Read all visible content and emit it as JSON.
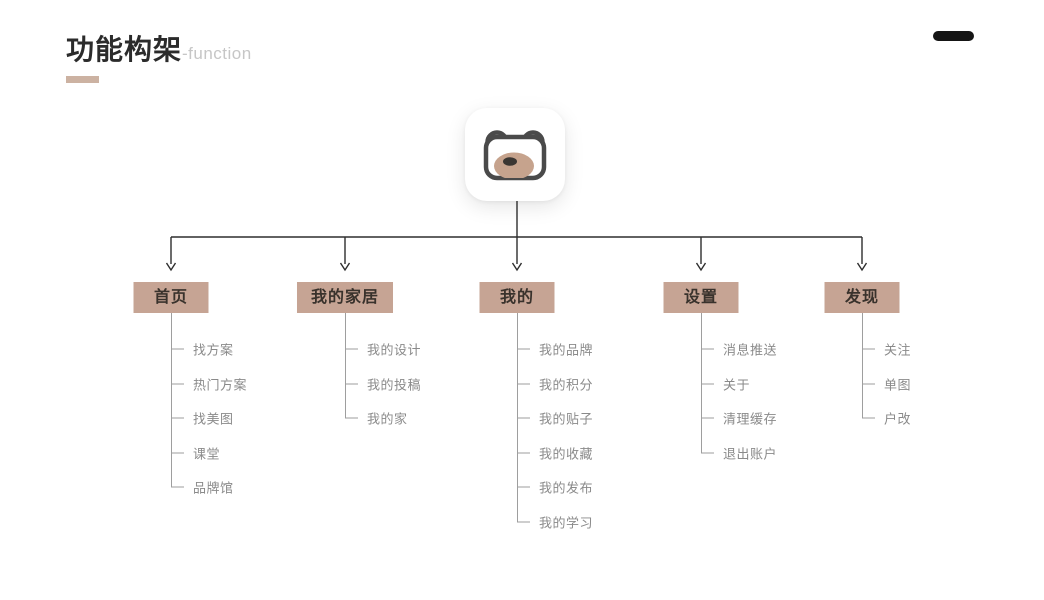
{
  "header": {
    "title": "功能构架",
    "subtitle": "-function"
  },
  "app_icon": {
    "name": "bear-app-icon"
  },
  "tree": {
    "branches": [
      {
        "label": "首页",
        "items": [
          "找方案",
          "热门方案",
          "找美图",
          "课堂",
          "品牌馆"
        ]
      },
      {
        "label": "我的家居",
        "items": [
          "我的设计",
          "我的投稿",
          "我的家"
        ]
      },
      {
        "label": "我的",
        "items": [
          "我的品牌",
          "我的积分",
          "我的贴子",
          "我的收藏",
          "我的发布",
          "我的学习"
        ]
      },
      {
        "label": "设置",
        "items": [
          "消息推送",
          "关于",
          "清理缓存",
          "退出账户"
        ]
      },
      {
        "label": "发现",
        "items": [
          "关注",
          "单图",
          "户改"
        ]
      }
    ]
  },
  "colors": {
    "accent": "#c6a494",
    "underline": "#ccb2a2",
    "connector_line": "#2e2e2e",
    "subtree_line": "#9e9e9e",
    "item_text": "#8a8a8a",
    "title_text": "#2b2b2b",
    "subtitle_text": "#c6c6c6",
    "dash": "#151515",
    "bear_outline": "#4a4a4a",
    "bear_muzzle": "#c6a38d",
    "bear_nose": "#3a3632"
  }
}
